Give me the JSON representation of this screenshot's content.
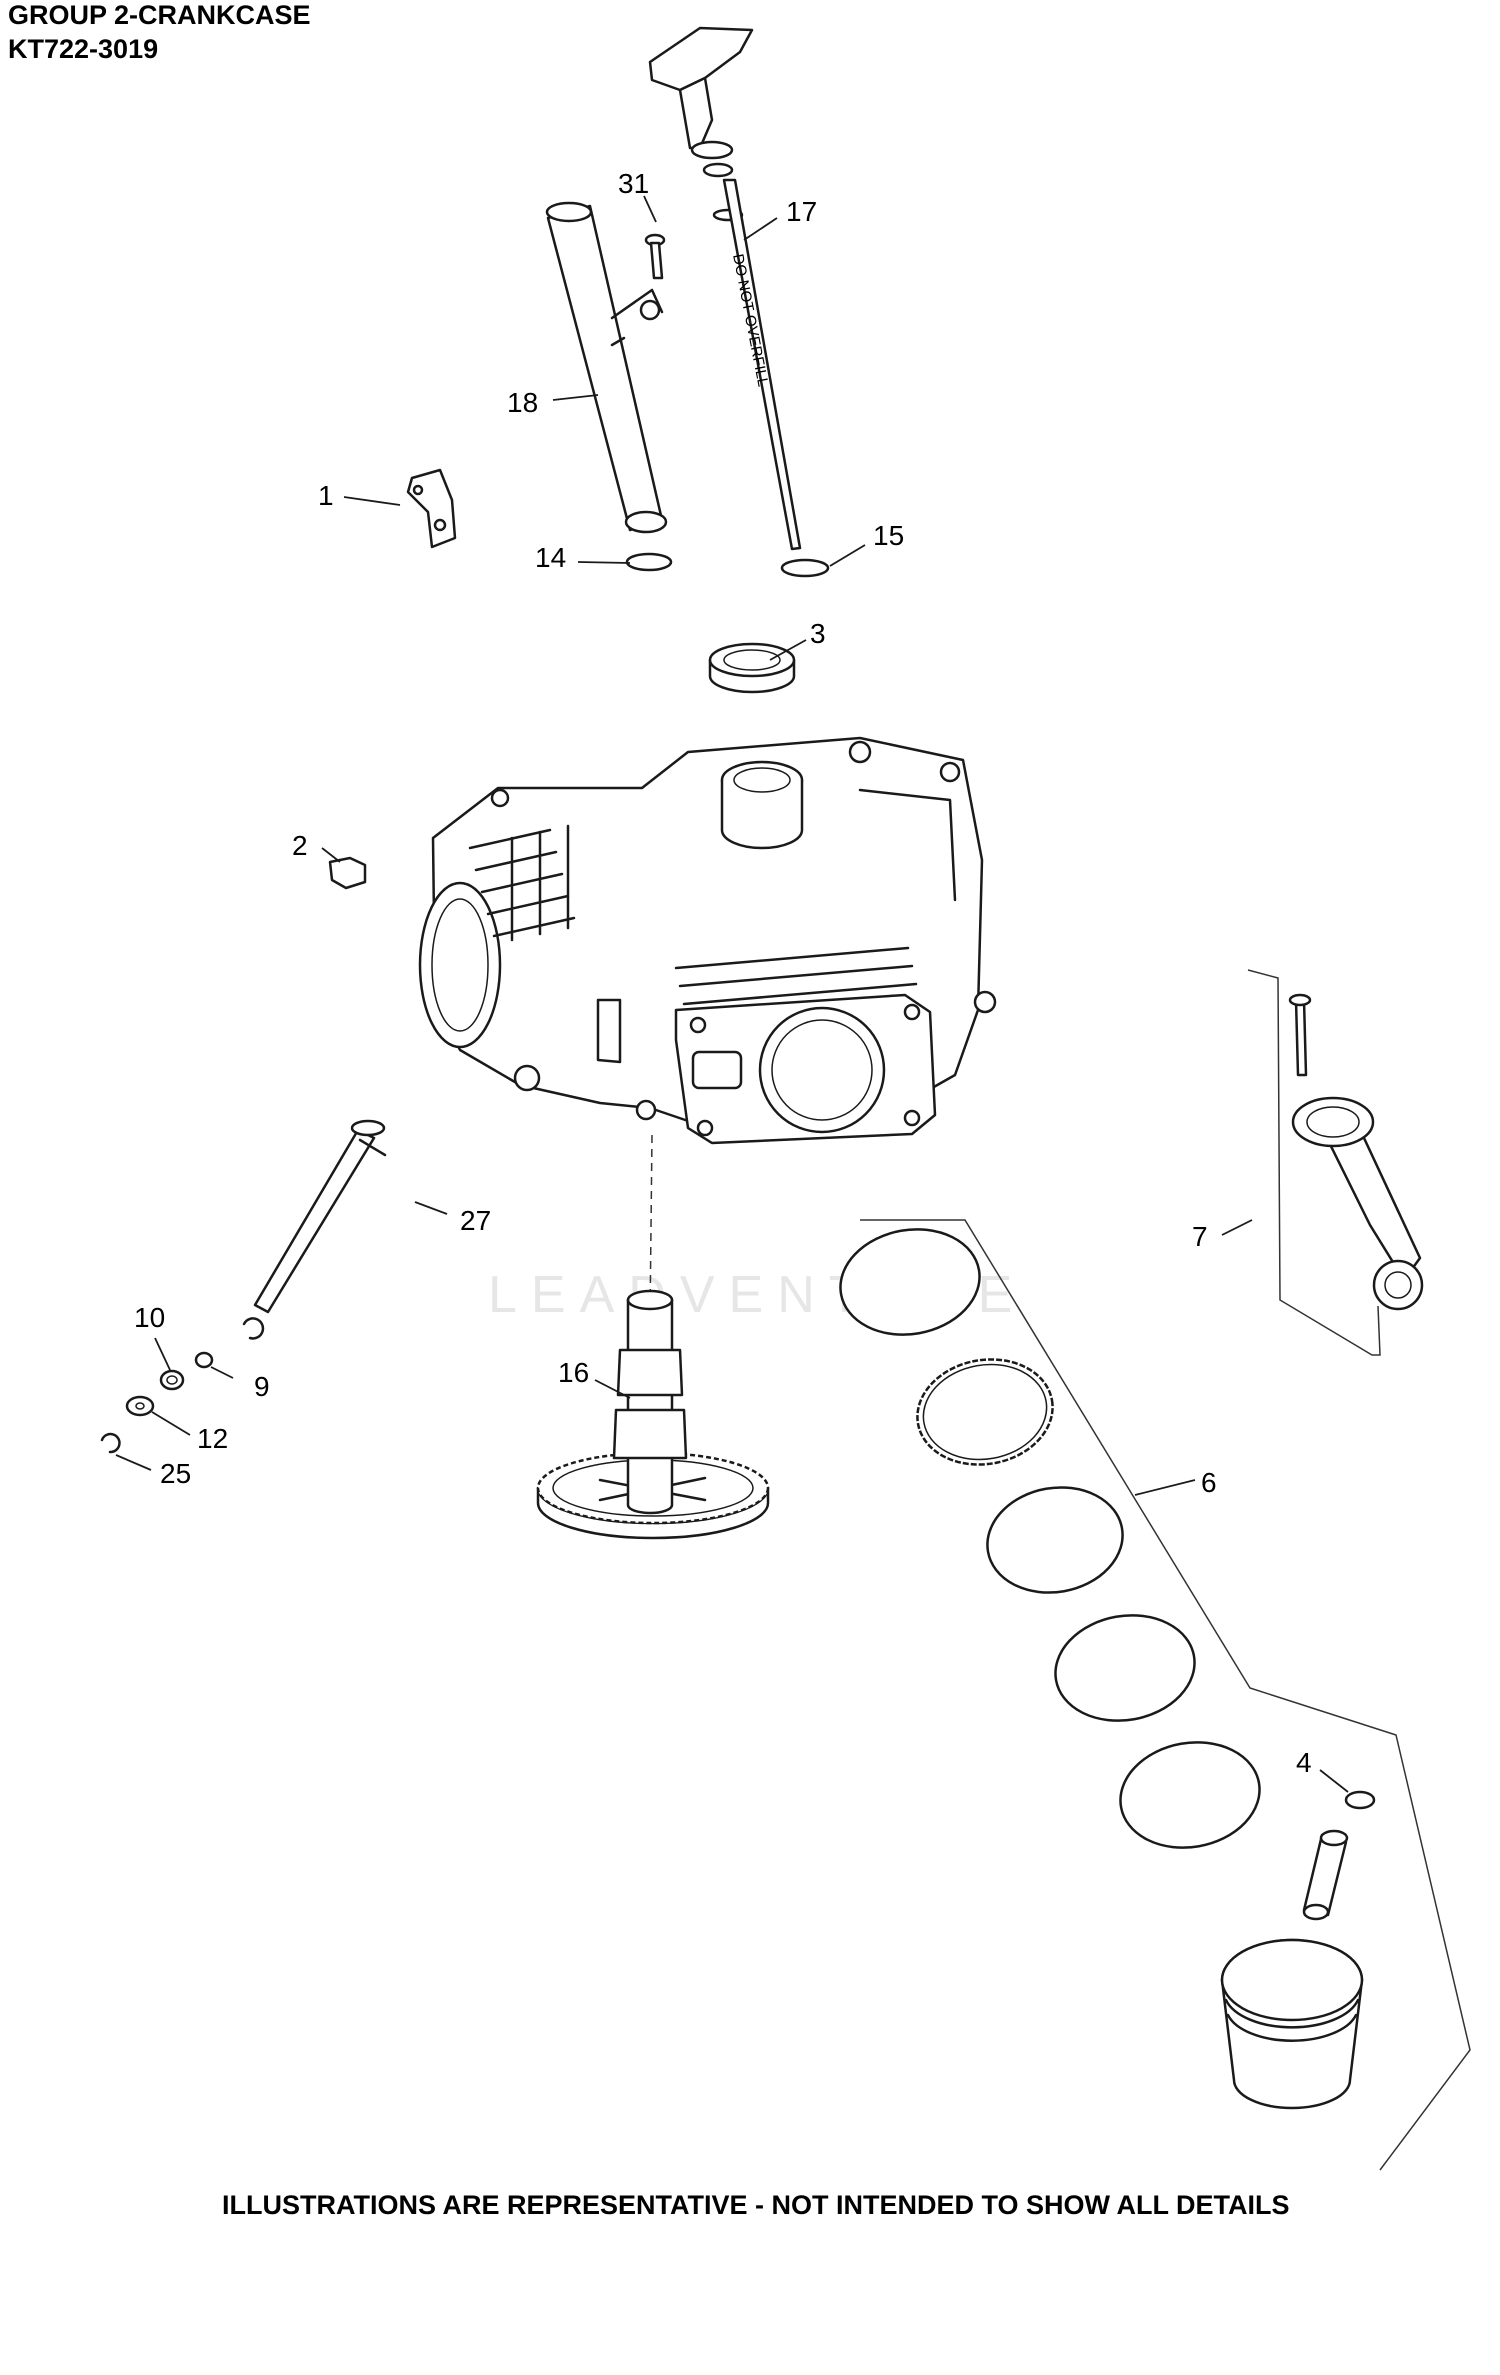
{
  "header": {
    "title": "GROUP 2-CRANKCASE",
    "model": "KT722-3019"
  },
  "footer": {
    "disclaimer": "ILLUSTRATIONS ARE REPRESENTATIVE - NOT INTENDED TO SHOW ALL DETAILS"
  },
  "watermark": {
    "text": "LEADVENTURE"
  },
  "dipstick": {
    "text": "DO NOT OVERFILL"
  },
  "callouts": {
    "c1": "1",
    "c2": "2",
    "c3": "3",
    "c4": "4",
    "c6": "6",
    "c7": "7",
    "c9": "9",
    "c10": "10",
    "c12": "12",
    "c14": "14",
    "c15": "15",
    "c16": "16",
    "c17": "17",
    "c18": "18",
    "c25": "25",
    "c27": "27",
    "c31": "31"
  }
}
